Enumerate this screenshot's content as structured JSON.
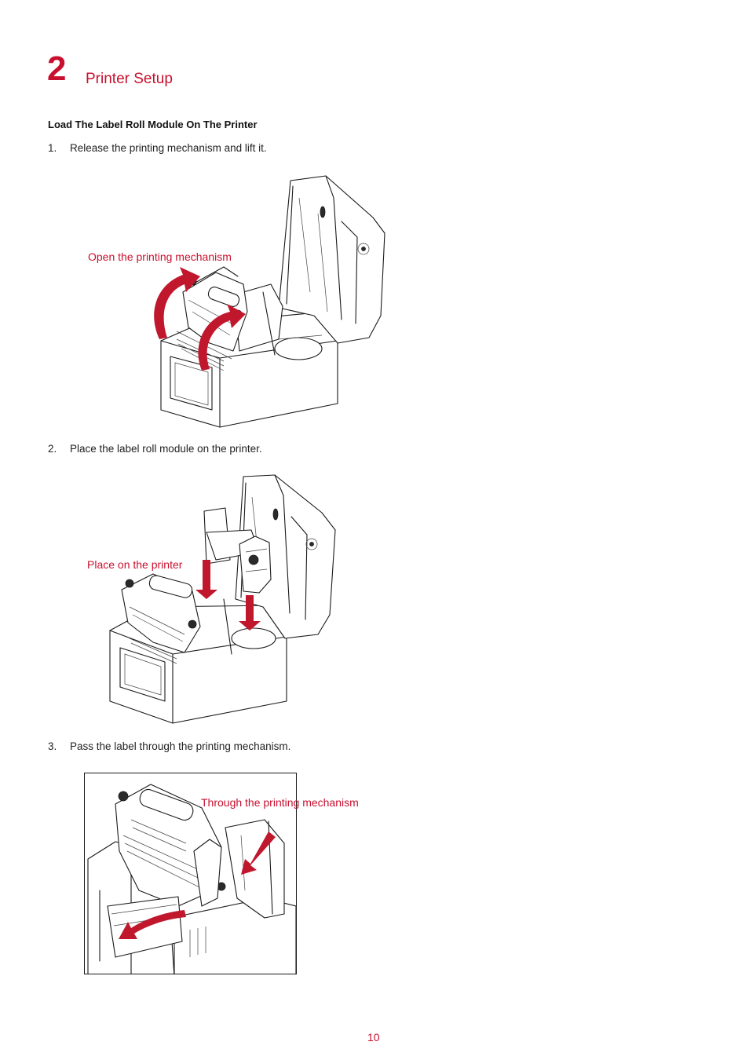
{
  "chapter": {
    "number": "2",
    "title": "Printer Setup"
  },
  "section": {
    "heading": "Load The Label Roll Module On The Printer"
  },
  "steps": [
    {
      "num": "1.",
      "text": "Release the printing mechanism and lift it.",
      "callout": "Open the printing mechanism"
    },
    {
      "num": "2.",
      "text": "Place the label roll module on the printer.",
      "callout": "Place on the printer"
    },
    {
      "num": "3.",
      "text": "Pass the label through the printing mechanism.",
      "callout": "Through the printing mechanism"
    }
  ],
  "page": {
    "number": "10"
  },
  "colors": {
    "accent": "#c8102e",
    "arrow": "#c0172d",
    "text": "#222222"
  }
}
